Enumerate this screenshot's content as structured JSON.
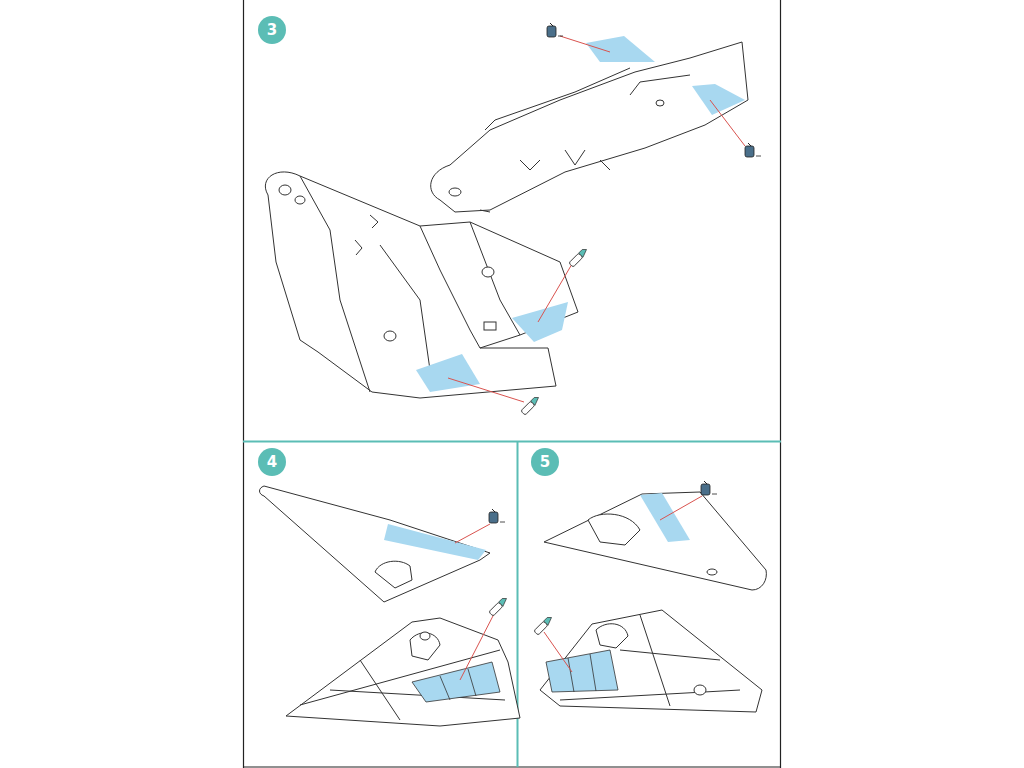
{
  "diagram": {
    "nodes": [
      {
        "text": [
          "3"
        ]
      },
      {
        "text": [
          "4"
        ]
      },
      {
        "text": [
          "5"
        ]
      }
    ]
  }
}
